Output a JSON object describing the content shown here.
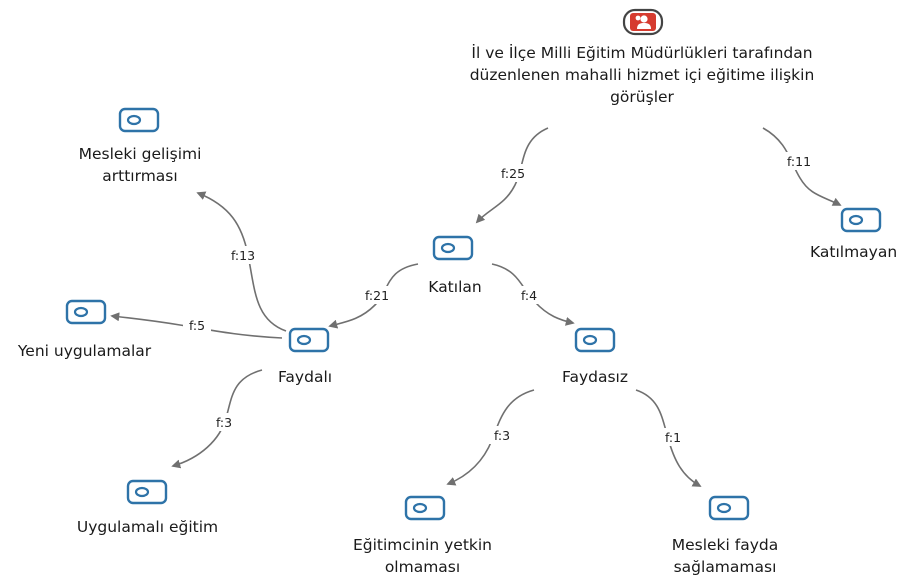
{
  "colors": {
    "code_icon": "#2e73a8",
    "root_icon": "#d63b2f",
    "edge": "#707070"
  },
  "root": {
    "icon": "document-group-icon",
    "label_lines": [
      "İl ve İlçe Milli Eğitim Müdürlükleri tarafından",
      "düzenlenen mahalli hizmet içi eğitime ilişkin",
      "görüşler"
    ]
  },
  "nodes": {
    "katilan": {
      "label": "Katılan"
    },
    "katilmayan": {
      "label": "Katılmayan"
    },
    "faydali": {
      "label": "Faydalı"
    },
    "faydasiz": {
      "label": "Faydasız"
    },
    "mesleki_gelisim": {
      "label_lines": [
        "Mesleki gelişimi",
        "arttırması"
      ]
    },
    "yeni_uygulamalar": {
      "label": "Yeni uygulamalar"
    },
    "uygulamali_egitim": {
      "label": "Uygulamalı eğitim"
    },
    "egitimci_yetkin": {
      "label_lines": [
        "Eğitimcinin yetkin",
        "olmaması"
      ]
    },
    "mesleki_fayda": {
      "label_lines": [
        "Mesleki fayda",
        "sağlamaması"
      ]
    }
  },
  "edges": {
    "root_katilan": "f:25",
    "root_katilmayan": "f:11",
    "katilan_faydali": "f:21",
    "katilan_faydasiz": "f:4",
    "faydali_mesleki": "f:13",
    "faydali_yeni": "f:5",
    "faydali_uygulamali": "f:3",
    "faydasiz_egitimci": "f:3",
    "faydasiz_mesleki_fayda": "f:1"
  }
}
